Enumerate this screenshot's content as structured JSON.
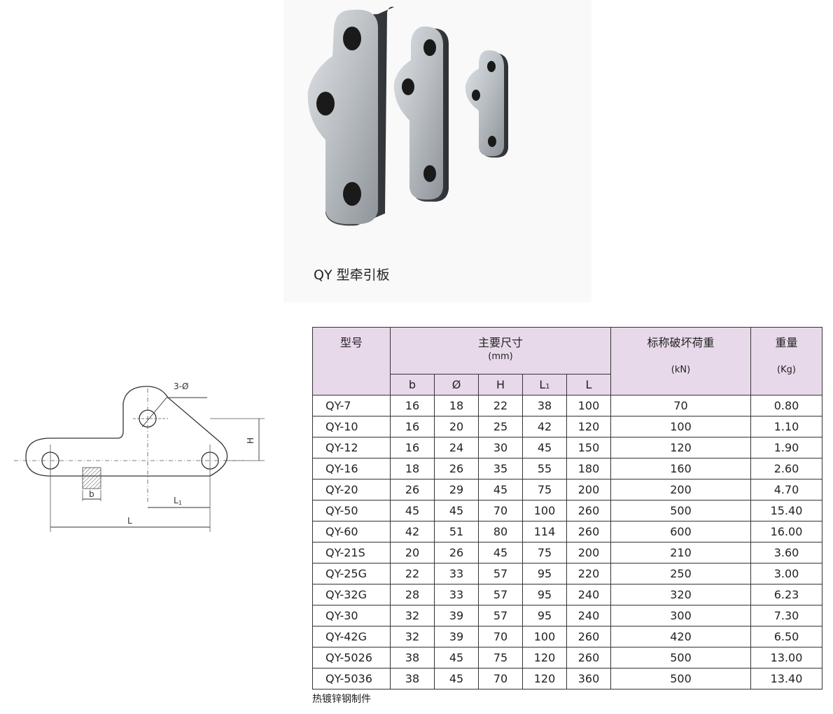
{
  "caption": "QY 型牵引板",
  "drawing_labels": {
    "holes": "3-Ø",
    "h": "H",
    "b": "b",
    "l1": "L",
    "l1_sub": "1",
    "l": "L"
  },
  "table": {
    "header": {
      "model": "型号",
      "main_dims": "主要尺寸",
      "main_dims_unit": "(mm)",
      "load": "标称破坏荷重",
      "load_unit": "(kN)",
      "weight": "重量",
      "weight_unit": "(Kg)",
      "dims": [
        "b",
        "Ø",
        "H",
        "L",
        "L"
      ],
      "dim_l1_sub": "1"
    },
    "rows": [
      [
        "QY-7",
        "16",
        "18",
        "22",
        "38",
        "100",
        "70",
        "0.80"
      ],
      [
        "QY-10",
        "16",
        "20",
        "25",
        "42",
        "120",
        "100",
        "1.10"
      ],
      [
        "QY-12",
        "16",
        "24",
        "30",
        "45",
        "150",
        "120",
        "1.90"
      ],
      [
        "QY-16",
        "18",
        "26",
        "35",
        "55",
        "180",
        "160",
        "2.60"
      ],
      [
        "QY-20",
        "26",
        "29",
        "45",
        "75",
        "200",
        "200",
        "4.70"
      ],
      [
        "QY-50",
        "45",
        "45",
        "70",
        "100",
        "260",
        "500",
        "15.40"
      ],
      [
        "QY-60",
        "42",
        "51",
        "80",
        "114",
        "260",
        "600",
        "16.00"
      ],
      [
        "QY-21S",
        "20",
        "26",
        "45",
        "75",
        "200",
        "210",
        "3.60"
      ],
      [
        "QY-25G",
        "22",
        "33",
        "57",
        "95",
        "220",
        "250",
        "3.00"
      ],
      [
        "QY-32G",
        "28",
        "33",
        "57",
        "95",
        "240",
        "320",
        "6.23"
      ],
      [
        "QY-30",
        "32",
        "39",
        "57",
        "95",
        "240",
        "300",
        "7.30"
      ],
      [
        "QY-42G",
        "32",
        "39",
        "70",
        "100",
        "260",
        "420",
        "6.50"
      ],
      [
        "QY-5026",
        "38",
        "45",
        "75",
        "120",
        "260",
        "500",
        "13.00"
      ],
      [
        "QY-5036",
        "38",
        "45",
        "70",
        "120",
        "360",
        "500",
        "13.40"
      ]
    ]
  },
  "footnote": "热镀锌钢制件"
}
